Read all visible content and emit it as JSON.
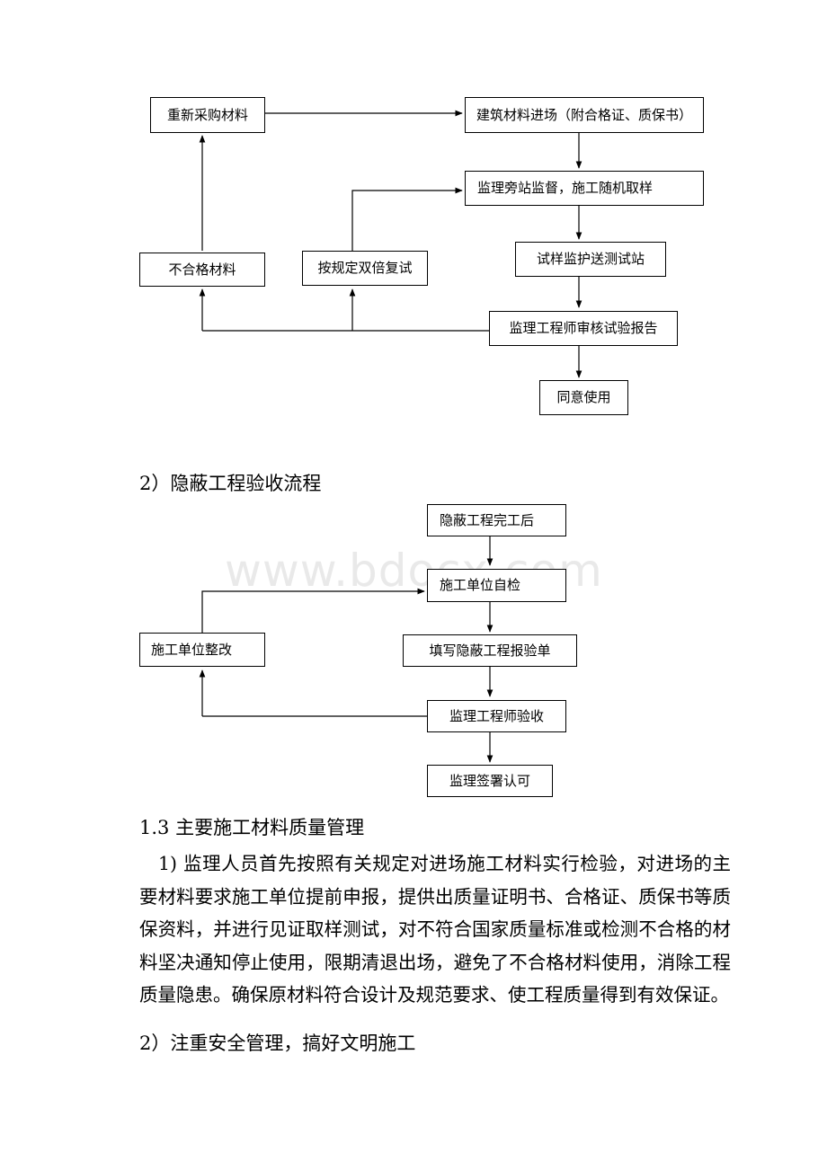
{
  "flow1": {
    "boxes": {
      "repurchase": "重新采购材料",
      "material_entry": "建筑材料进场（附合格证、质保书）",
      "supervision_sampling": "监理旁站监督，施工随机取样",
      "send_to_lab": "试样监护送测试站",
      "unqualified": "不合格材料",
      "double_retest": "按规定双倍复试",
      "review_report": "监理工程师审核试验报告",
      "approve_use": "同意使用"
    }
  },
  "section_2_title": "2）隐蔽工程验收流程",
  "flow2": {
    "boxes": {
      "concealed_done": "隐蔽工程完工后",
      "self_check": "施工单位自检",
      "contractor_rectify": "施工单位整改",
      "fill_form": "填写隐蔽工程报验单",
      "supervisor_accept": "监理工程师验收",
      "sign_approve": "监理签署认可"
    }
  },
  "watermark": "www.bdocx.com",
  "section_13_title": "1.3 主要施工材料质量管理",
  "paragraph_1": "1) 监理人员首先按照有关规定对进场施工材料实行检验，对进场的主要材料要求施工单位提前申报，提供出质量证明书、合格证、质保书等质保资料，并进行见证取样测试，对不符合国家质量标准或检测不合格的材料坚决通知停止使用，限期清退出场，避免了不合格材料使用，消除工程质量隐患。确保原材料符合设计及规范要求、使工程质量得到有效保证。",
  "paragraph_2": "2）注重安全管理，搞好文明施工"
}
